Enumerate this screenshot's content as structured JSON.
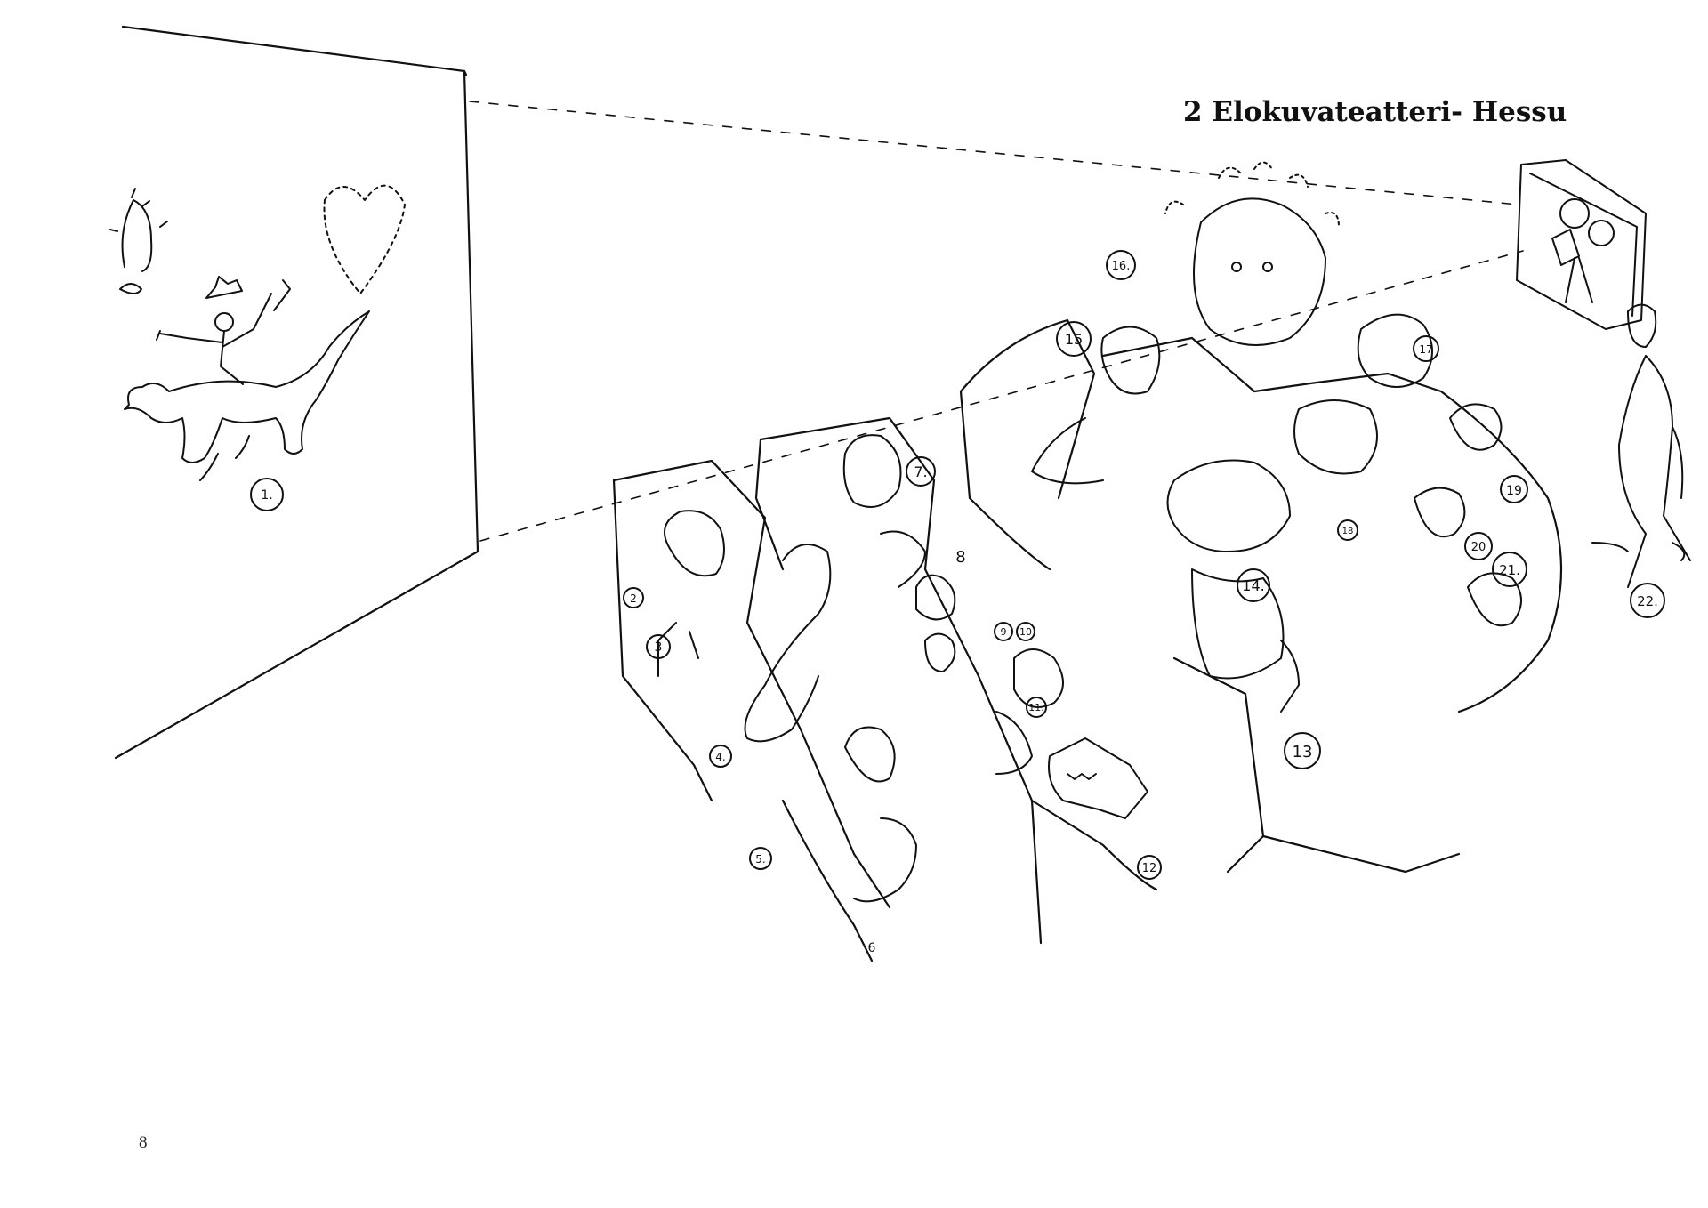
{
  "page": {
    "title": "2 Elokuvateatteri- Hessu",
    "page_number": "8"
  },
  "figure": {
    "labels": [
      "1.",
      "2",
      "3",
      "4.",
      "5.",
      "6",
      "7.",
      "8",
      "9",
      "10",
      "11.",
      "12",
      "13",
      "14.",
      "15",
      "16.",
      "17",
      "18",
      "19",
      "20",
      "21.",
      "22."
    ]
  },
  "colors": {
    "ink": "#111111",
    "paper": "#ffffff"
  }
}
